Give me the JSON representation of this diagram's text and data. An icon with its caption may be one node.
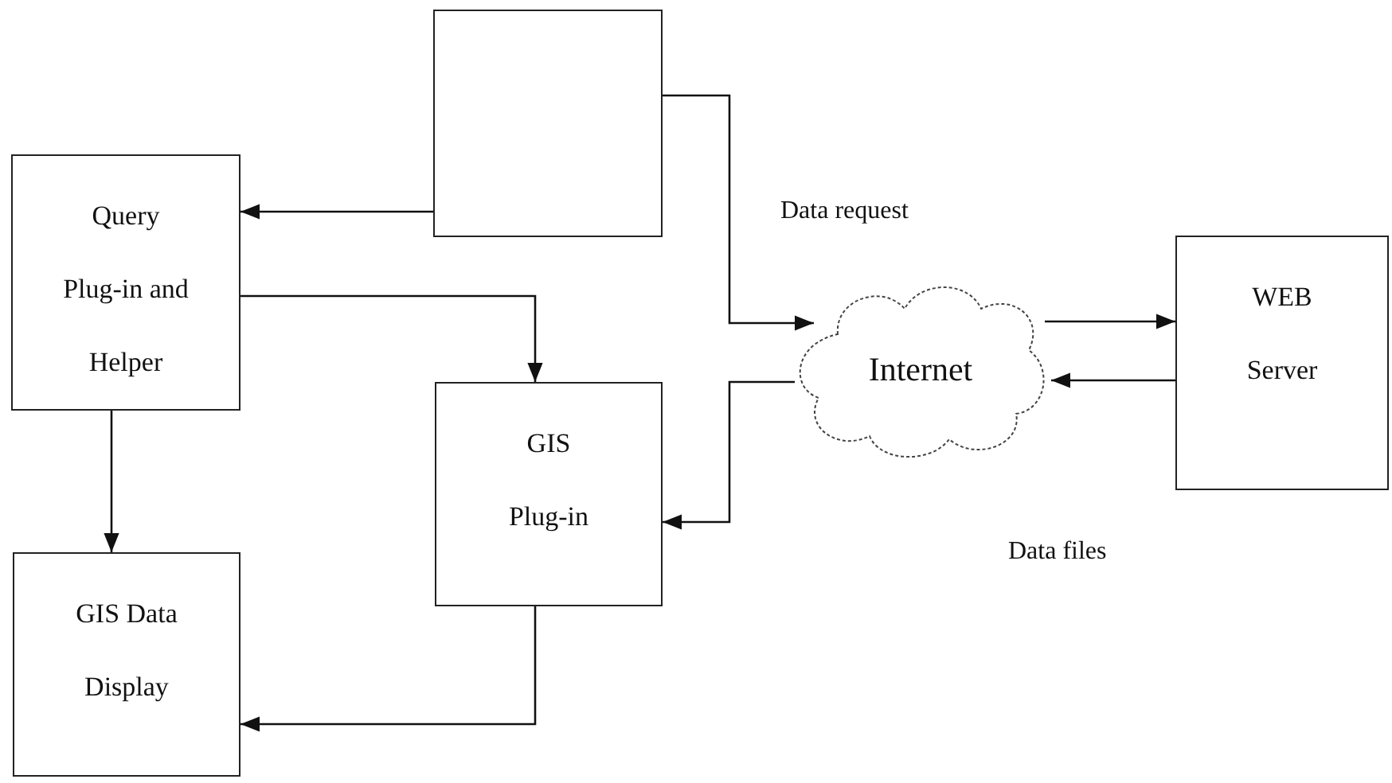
{
  "diagram": {
    "nodes": [
      {
        "text": [],
        "shape": "box"
      },
      {
        "text": [
          "Query Plug-in and Helper"
        ]
      },
      {
        "text": [
          "GIS Plug-in"
        ]
      },
      {
        "text": [
          "GIS Data Display"
        ]
      },
      {
        "text": [
          "Internet"
        ]
      },
      {
        "text": [
          "WEB Server"
        ]
      }
    ],
    "edges": [
      {
        "from": 0,
        "to": 1,
        "arrow": "to"
      },
      {
        "from": 1,
        "to": 2,
        "arrow": "to"
      },
      {
        "from": 1,
        "to": 3,
        "arrow": "to"
      },
      {
        "from": 2,
        "to": 3,
        "arrow": "to"
      },
      {
        "from": 0,
        "to": 4,
        "arrow": "to"
      },
      {
        "from": 4,
        "to": 2,
        "arrow": "to"
      },
      {
        "from": 4,
        "to": 5,
        "arrow": "to"
      },
      {
        "from": 5,
        "to": 4,
        "arrow": "to"
      }
    ],
    "labels": [
      "Data request",
      "Data files"
    ]
  }
}
